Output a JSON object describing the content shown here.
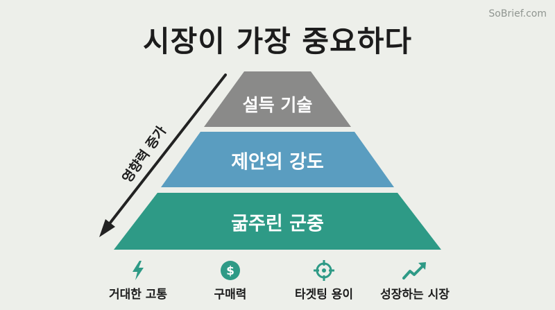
{
  "watermark": "SoBrief.com",
  "title": "시장이 가장 중요하다",
  "arrow_label": "영향력 증가",
  "layers": [
    {
      "label": "설득 기술",
      "color": "#8a8a89",
      "text_color": "#ffffff"
    },
    {
      "label": "제안의 강도",
      "color": "#5a9dc0",
      "text_color": "#ffffff"
    },
    {
      "label": "굶주린 군중",
      "color": "#2e9a86",
      "text_color": "#ffffff"
    }
  ],
  "footer": [
    {
      "icon": "lightning-bolt-icon",
      "label": "거대한 고통"
    },
    {
      "icon": "dollar-coin-icon",
      "label": "구매력"
    },
    {
      "icon": "crosshair-target-icon",
      "label": "타겟팅 용이"
    },
    {
      "icon": "trending-up-icon",
      "label": "성장하는 시장"
    }
  ],
  "colors": {
    "accent": "#2e9a86",
    "arrow": "#222222",
    "background": "#edefea"
  }
}
